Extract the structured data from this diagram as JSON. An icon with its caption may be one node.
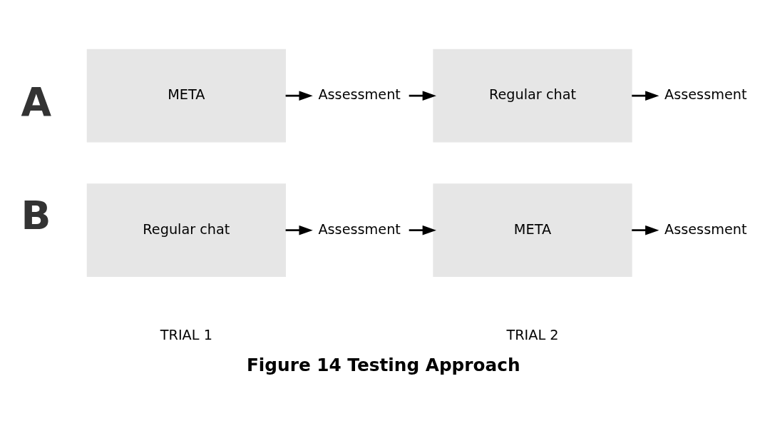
{
  "diagram": {
    "caption": "Figure 14 Testing Approach",
    "nodes": [
      {
        "text": [
          "META"
        ]
      },
      {
        "text": [
          "Assessment"
        ]
      },
      {
        "text": [
          "Regular chat"
        ]
      },
      {
        "text": [
          "Assessment"
        ]
      },
      {
        "text": [
          "Regular chat"
        ]
      },
      {
        "text": [
          "Assessment"
        ]
      },
      {
        "text": [
          "META"
        ]
      },
      {
        "text": [
          "Assessment"
        ]
      }
    ],
    "edges": [
      {
        "from": 0,
        "to": 1,
        "arrow": "to"
      },
      {
        "from": 1,
        "to": 2,
        "arrow": "to"
      },
      {
        "from": 2,
        "to": 3,
        "arrow": "to"
      },
      {
        "from": 4,
        "to": 5,
        "arrow": "to"
      },
      {
        "from": 5,
        "to": 6,
        "arrow": "to"
      },
      {
        "from": 6,
        "to": 7,
        "arrow": "to"
      }
    ],
    "labels": [
      "A",
      "B",
      "TRIAL 1",
      "TRIAL 2"
    ]
  }
}
